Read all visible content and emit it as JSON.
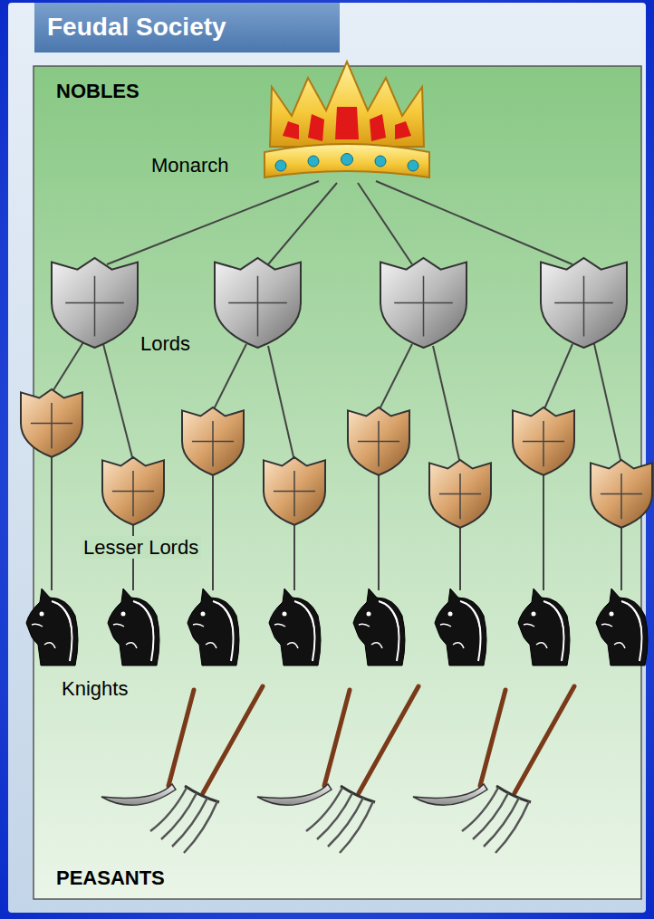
{
  "diagram": {
    "title": "Feudal Society",
    "labels": [
      "NOBLES",
      "Monarch",
      "Lords",
      "Lesser Lords",
      "Knights",
      "PEASANTS"
    ]
  }
}
